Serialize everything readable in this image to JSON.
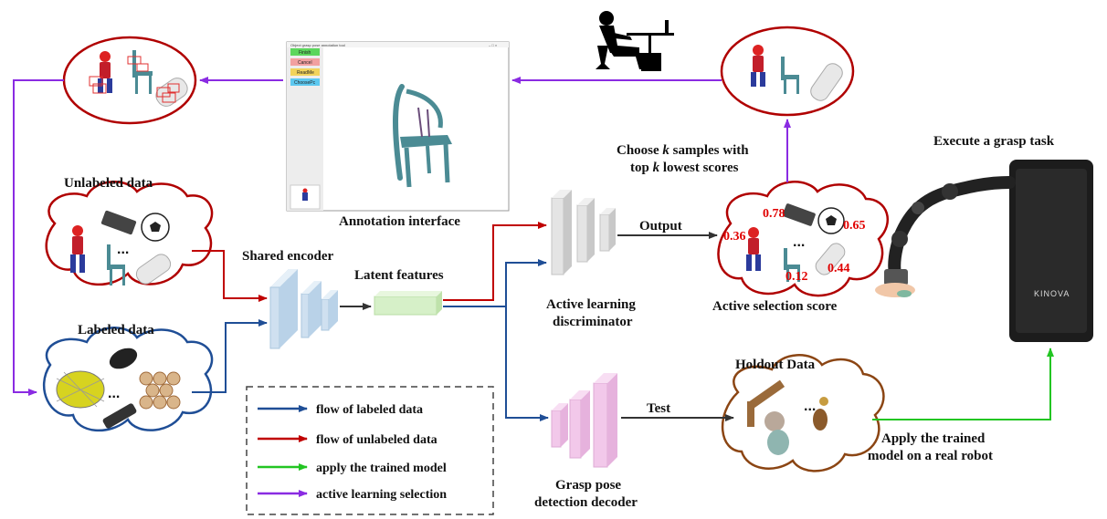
{
  "labels": {
    "unlabeled_data": "Unlabeled data",
    "labeled_data": "Labeled data",
    "shared_encoder": "Shared encoder",
    "latent_features": "Latent features",
    "annotation_interface": "Annotation interface",
    "choose_line1_pre": "Choose ",
    "choose_line1_k": "k",
    "choose_line1_post": " samples with",
    "choose_line2_pre": "top ",
    "choose_line2_k": "k",
    "choose_line2_post": " lowest scores",
    "execute_grasp": "Execute a grasp task",
    "output": "Output",
    "active_learning_line1": "Active learning",
    "active_learning_line2": "discriminator",
    "active_selection_score": "Active selection score",
    "holdout_data": "Holdout Data",
    "test": "Test",
    "grasp_pose_line1": "Grasp pose",
    "grasp_pose_line2": "detection decoder",
    "apply_line1": "Apply the trained",
    "apply_line2": "model on a real robot"
  },
  "scores": [
    "0.78",
    "0.65",
    "0.36",
    "0.12",
    "0.44"
  ],
  "ellipsis": "...",
  "annotation_ui": {
    "title": "Object grasp pose annotation tool",
    "buttons": [
      "Finish",
      "Cancel",
      "ReadMe",
      "ChoosePc"
    ],
    "button_colors": [
      "#5cd65c",
      "#f2a0a0",
      "#f2d35c",
      "#5cc8f0"
    ]
  },
  "robot_brand": "KINOVA",
  "legend": {
    "items": [
      {
        "label": "flow of labeled data",
        "color": "#1f4e96"
      },
      {
        "label": "flow of unlabeled data",
        "color": "#c00000"
      },
      {
        "label": "apply the trained model",
        "color": "#22c522"
      },
      {
        "label": "active learning selection",
        "color": "#8a2be2"
      }
    ]
  },
  "colors": {
    "labeled": "#1f4e96",
    "unlabeled": "#c00000",
    "apply": "#22c522",
    "selection": "#8a2be2",
    "encoder": "#cfe0f0",
    "discriminator": "#d8d8d8",
    "decoder": "#f2c8ea",
    "latent": "#d6f0c8",
    "cloud_unlabeled_stroke": "#b00000",
    "cloud_labeled_stroke": "#1f4e96",
    "cloud_holdout_stroke": "#8b4513"
  }
}
